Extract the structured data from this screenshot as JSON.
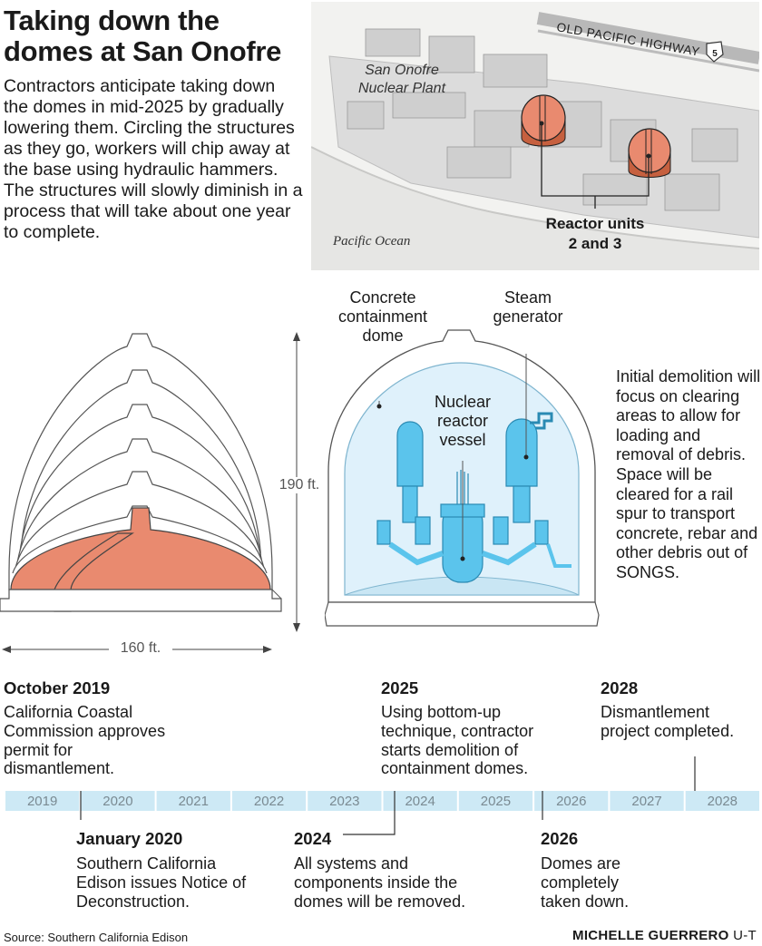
{
  "title": "Taking down the domes at San Onofre",
  "intro": "Contractors anticipate taking down the domes in mid-2025 by gradually lowering them. Circling the structures as they go, workers will chip away at the base using hydraulic hammers. The structures will slowly diminish in a process that will take about one year to complete.",
  "map": {
    "highway_label": "OLD PACIFIC HIGHWAY",
    "highway_shield": "5",
    "plant_label_line1": "San Onofre",
    "plant_label_line2": "Nuclear Plant",
    "ocean_label": "Pacific Ocean",
    "reactor_label_line1": "Reactor units",
    "reactor_label_line2": "2 and 3"
  },
  "diagram": {
    "height_label": "190 ft.",
    "width_label": "160 ft.",
    "dome_label_line1": "Concrete",
    "dome_label_line2": "containment",
    "dome_label_line3": "dome",
    "steam_label_line1": "Steam",
    "steam_label_line2": "generator",
    "vessel_label_line1": "Nuclear",
    "vessel_label_line2": "reactor",
    "vessel_label_line3": "vessel",
    "side_note": "Initial demolition will focus on clearing areas to allow for loading and removal of debris. Space will be cleared for a rail spur to transport concrete, rebar and other debris out of SONGS."
  },
  "timeline": {
    "years": [
      "2019",
      "2020",
      "2021",
      "2022",
      "2023",
      "2024",
      "2025",
      "2026",
      "2027",
      "2028"
    ],
    "events_top": [
      {
        "heading": "October 2019",
        "text": "California Coastal Commission approves permit for dismantlement."
      },
      {
        "heading": "2025",
        "text": "Using bottom-up technique, contractor starts demolition of containment domes."
      },
      {
        "heading": "2028",
        "text": "Dismantlement project completed."
      }
    ],
    "events_bottom": [
      {
        "heading": "January 2020",
        "text": "Southern California Edison issues Notice of Deconstruction."
      },
      {
        "heading": "2024",
        "text": "All systems and components inside the domes will be removed."
      },
      {
        "heading": "2026",
        "text": "Domes are completely taken down."
      }
    ]
  },
  "source": "Source: Southern California Edison",
  "credit_name": "MICHELLE GUERRERO",
  "credit_org": "U-T",
  "colors": {
    "dome_orange": "#e98a6f",
    "water_blue": "#5bc4ec",
    "timeline_bar": "#cde9f5",
    "interior_blue": "#dff1fb"
  }
}
